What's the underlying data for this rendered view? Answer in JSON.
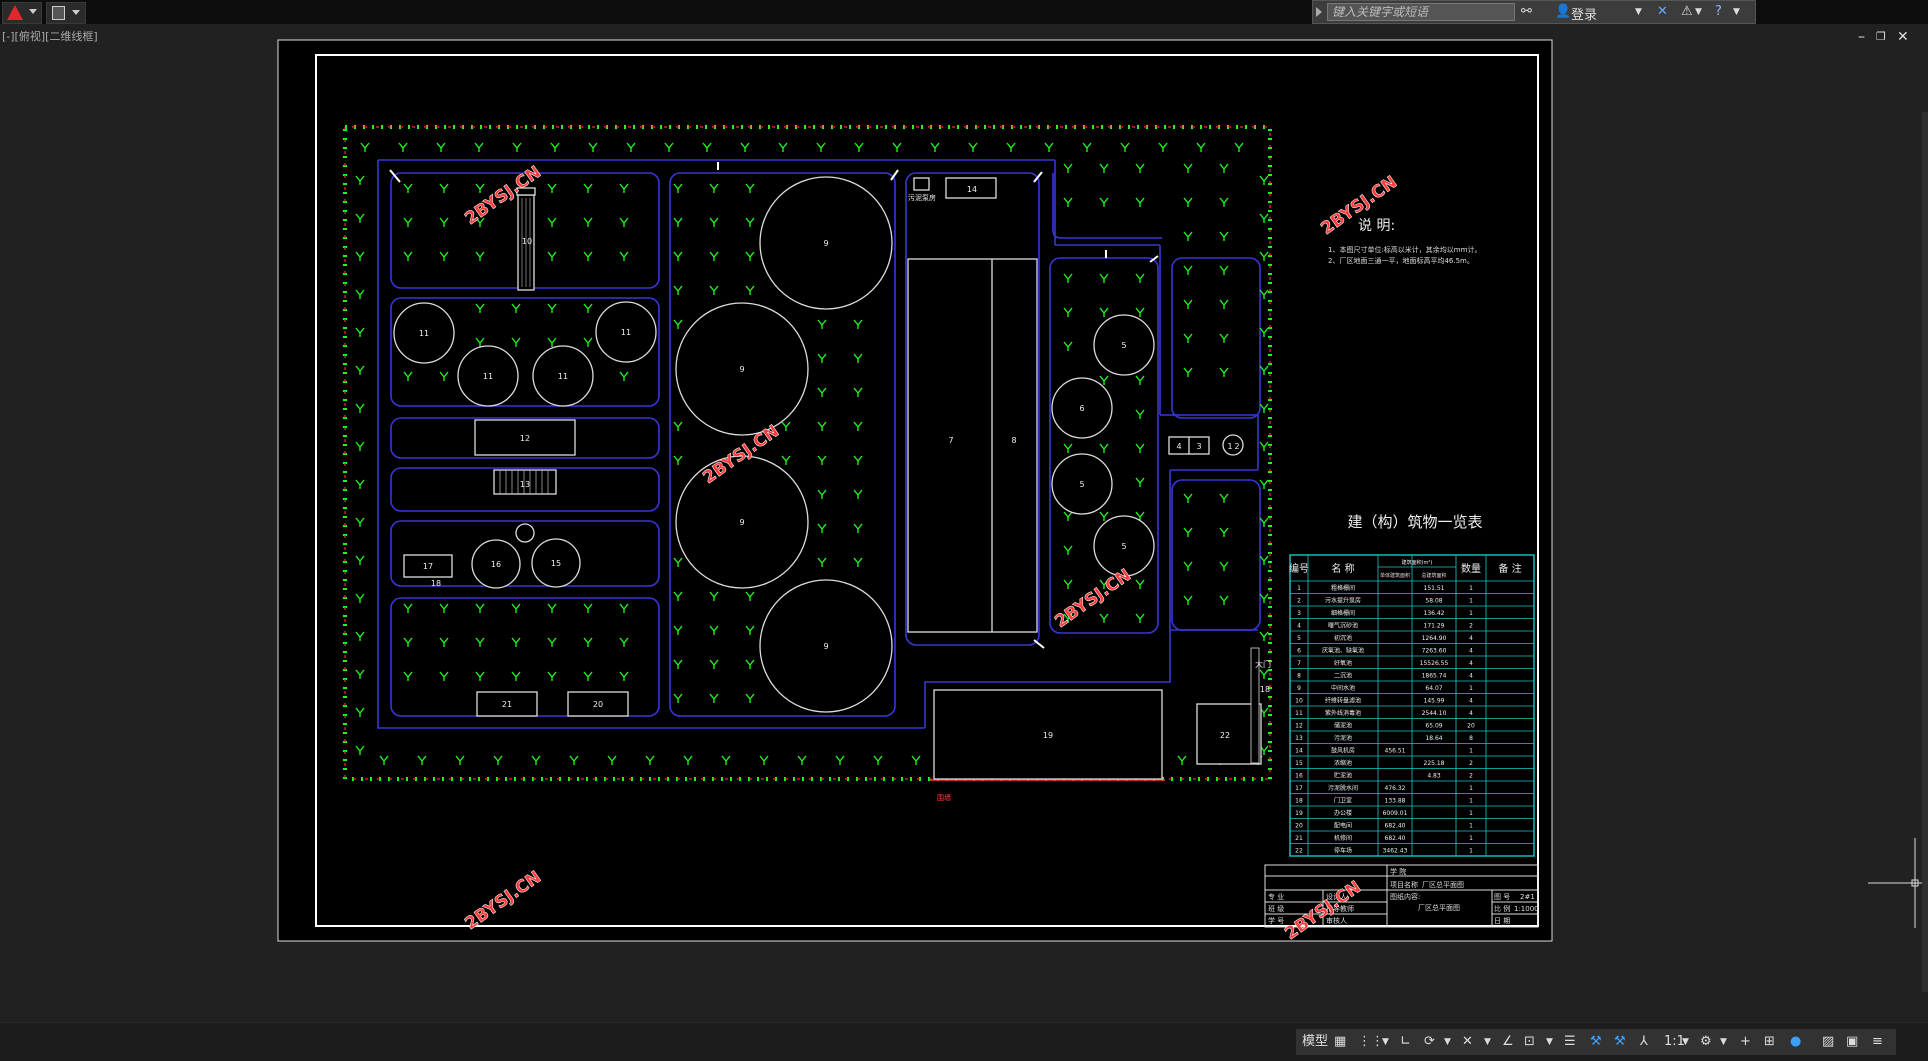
{
  "toolbar": {
    "search_placeholder": "键入关键字或短语",
    "login_label": "登录"
  },
  "viewport": {
    "view_label": "[-][俯视][二维线框]"
  },
  "drawing": {
    "watermark": "2BYSJ.CN",
    "notes_title": "说  明:",
    "notes": [
      "1、本图尺寸单位:标高以米计，其余均以mm计。",
      "2、厂区地面三通一平，地面标高平均46.5m。"
    ],
    "gate_label": "大门",
    "fence_label": "围墙",
    "equipment_label": "污泥泵房",
    "building_numbers": {
      "b10": "10",
      "b14": "14",
      "b11a": "11",
      "b11b": "11",
      "b11c": "11",
      "b11d": "11",
      "b12": "12",
      "b13": "13",
      "b17": "17",
      "b18": "18",
      "b16": "16",
      "b15": "15",
      "b21": "21",
      "b20": "20",
      "b9a": "9",
      "b9b": "9",
      "b9c": "9",
      "b9d": "9",
      "b7": "7",
      "b8": "8",
      "b5a": "5",
      "b6": "6",
      "b5b": "5",
      "b5c": "5",
      "b4": "4",
      "b3": "3",
      "b1": "1",
      "b2": "2",
      "b19": "19",
      "b22": "22"
    },
    "table": {
      "title": "建（构）筑物一览表",
      "headers": [
        "编号",
        "名  称",
        "建筑面积(m²)",
        "数量",
        "备  注"
      ],
      "subheaders": [
        "单体建筑面积",
        "总建筑面积"
      ],
      "rows": [
        [
          "1",
          "粗格栅间",
          "",
          "151.51",
          "1"
        ],
        [
          "2",
          "污水提升泵房",
          "",
          "58.08",
          "1"
        ],
        [
          "3",
          "细格栅间",
          "",
          "136.42",
          "1"
        ],
        [
          "4",
          "曝气沉砂池",
          "",
          "171.29",
          "2"
        ],
        [
          "5",
          "初沉池",
          "",
          "1264.90",
          "4"
        ],
        [
          "6",
          "厌氧池、缺氧池",
          "",
          "7263.60",
          "4"
        ],
        [
          "7",
          "好氧池",
          "",
          "15526.55",
          "4"
        ],
        [
          "8",
          "二沉池",
          "",
          "1865.74",
          "4"
        ],
        [
          "9",
          "中间水池",
          "",
          "64.07",
          "1"
        ],
        [
          "10",
          "纤维转盘滤池",
          "",
          "145.99",
          "4"
        ],
        [
          "11",
          "紫外线消毒池",
          "",
          "2544.10",
          "4"
        ],
        [
          "12",
          "储泥池",
          "",
          "65.09",
          "20"
        ],
        [
          "13",
          "污泥池",
          "",
          "18.64",
          "8"
        ],
        [
          "14",
          "鼓风机房",
          "456.51",
          "",
          "1"
        ],
        [
          "15",
          "浓缩池",
          "",
          "225.18",
          "2"
        ],
        [
          "16",
          "贮泥池",
          "",
          "4.83",
          "2"
        ],
        [
          "17",
          "污泥脱水间",
          "476.32",
          "",
          "1"
        ],
        [
          "18",
          "门卫室",
          "133.88",
          "",
          "1"
        ],
        [
          "19",
          "办公楼",
          "6009.01",
          "",
          "1"
        ],
        [
          "20",
          "配电间",
          "682.40",
          "",
          "1"
        ],
        [
          "21",
          "机修间",
          "682.40",
          "",
          "1"
        ],
        [
          "22",
          "停车场",
          "3462.43",
          "",
          "1"
        ]
      ]
    },
    "titleblock": {
      "school": "学  院",
      "project_label": "项目名称",
      "project_name": "厂区总平面图",
      "drawing_content": "图纸内容:",
      "drawing_title": "厂区总平面图",
      "major": "专  业",
      "class": "班  级",
      "student": "学  号",
      "designer": "设计人",
      "reviewer": "指导教师",
      "approver": "审核人",
      "sheet_no_label": "图  号",
      "sheet_no": "2#1",
      "scale_label": "比  例",
      "scale": "1:1000",
      "date_label": "日  期"
    }
  },
  "statusbar": {
    "model_label": "模型",
    "scale_label": "1:1"
  },
  "colors": {
    "background": "#212121",
    "drawing_bg": "#000000",
    "road": "#2e2bbd",
    "fence_green": "#1cff1c",
    "fence_red": "#ff2a2a",
    "trees": "#1ef01e",
    "watermark": "#ff3a3a",
    "table": "#18c8c8"
  }
}
